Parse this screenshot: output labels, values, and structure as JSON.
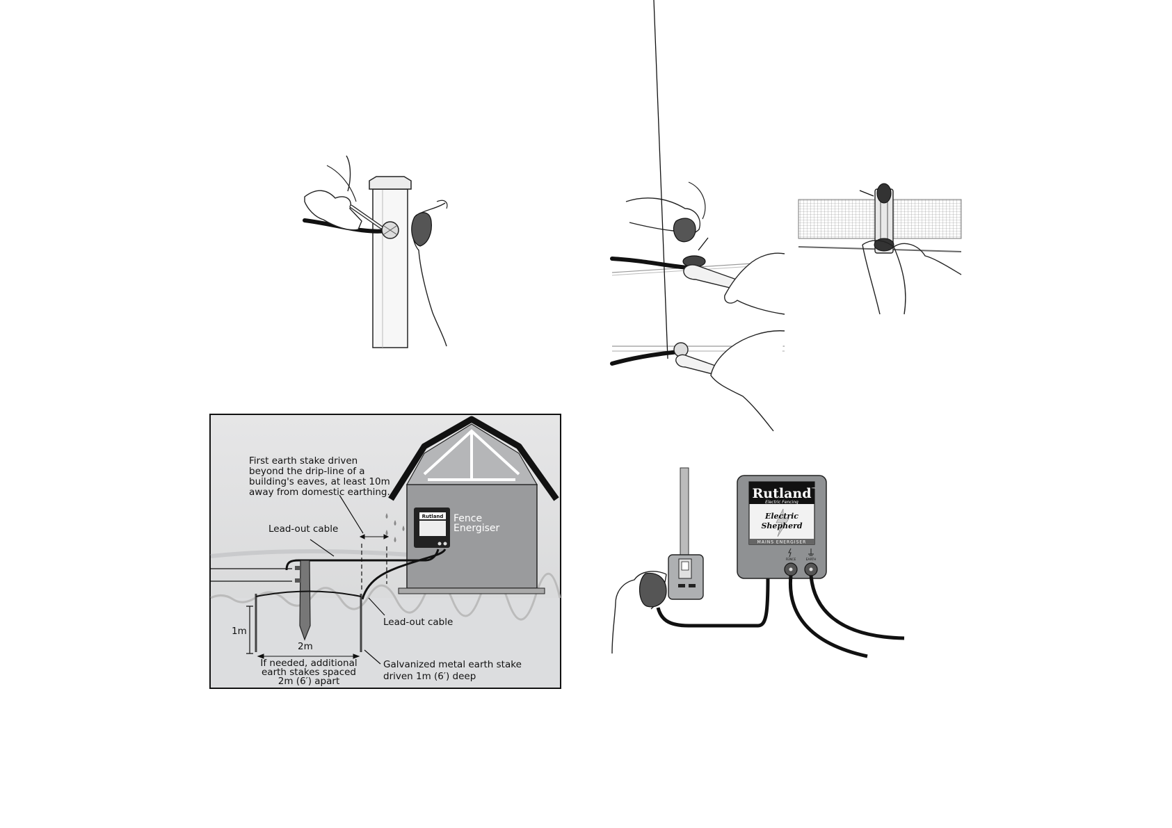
{
  "earthing_diagram": {
    "callout_first_stake": [
      "First earth stake driven",
      "beyond the drip-line of a",
      "building's eaves, at least 10m",
      "away from domestic earthing."
    ],
    "lead_out_cable_top": "Lead-out cable",
    "lead_out_cable_bottom": "Lead-out cable",
    "fence_energiser": [
      "Fence",
      "Energiser"
    ],
    "dim_height": "1m",
    "dim_spacing": "2m",
    "additional_stakes": [
      "If needed, additional",
      "earth stakes spaced",
      "2m (6′) apart"
    ],
    "galvanized_stake": [
      "Galvanized metal earth stake",
      "driven 1m (6′) deep"
    ],
    "small_energiser_brand": "Rutland"
  },
  "energiser_unit": {
    "brand": "Rutland",
    "tm": "™",
    "brand_sub": "Electric Fencing",
    "product_line1": "Electric",
    "product_line2": "Shepherd",
    "model_strip": "MAINS ENERGISER",
    "terminal_fence": "FENCE",
    "terminal_earth": "EARTH"
  },
  "colors": {
    "energiser_body": "#8f9193",
    "panel_bg": "#f2f2f2",
    "ground_grey": "#d3d4d6",
    "barn_grey": "#9a9b9d",
    "ink": "#111111"
  }
}
